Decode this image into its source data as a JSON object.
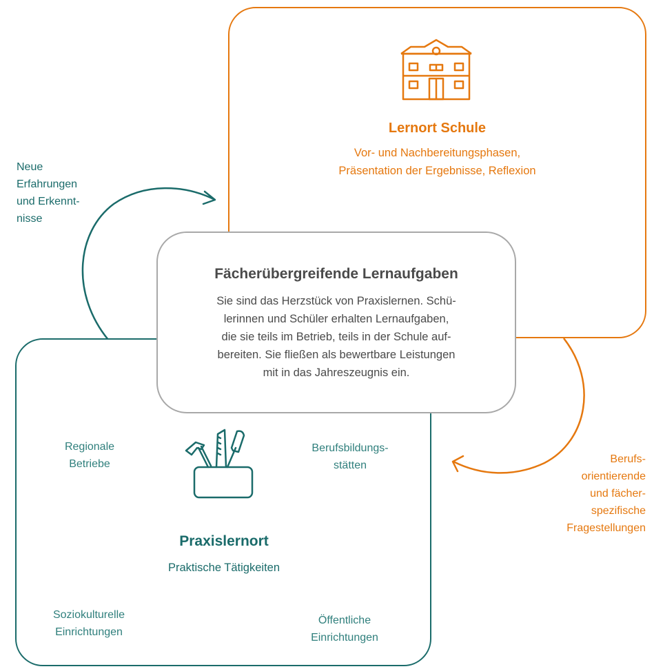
{
  "colors": {
    "school": "#e5780f",
    "practice": "#1a6b6a",
    "center_border": "#a8a8a8",
    "text_dark": "#4a4a4a"
  },
  "school": {
    "icon": "school-building-icon",
    "title": "Lernort Schule",
    "subtitle_line1": "Vor- und Nachbereitungsphasen,",
    "subtitle_line2": "Präsentation der Ergebnisse, Reflexion"
  },
  "center": {
    "title": "Fächerübergreifende Lernaufgaben",
    "lines": [
      "Sie sind das Herzstück von Praxislernen. Schü-",
      "lerinnen und Schüler erhalten Lernaufgaben,",
      "die sie teils im Betrieb, teils in der Schule auf-",
      "bereiten. Sie fließen als bewertbare Leistungen",
      "mit in das Jahreszeugnis ein."
    ]
  },
  "practice": {
    "icon": "toolbox-icon",
    "title": "Praxislernort",
    "subtitle": "Praktische Tätigkeiten",
    "places": {
      "regional": [
        "Regionale",
        "Betriebe"
      ],
      "vocational": [
        "Berufsbildungs-",
        "stätten"
      ],
      "sociocultural": [
        "Soziokulturelle",
        "Einrichtungen"
      ],
      "public": [
        "Öffentliche",
        "Einrichtungen"
      ]
    }
  },
  "left_arrow_label": [
    "Neue",
    "Erfahrungen",
    "und Erkennt-",
    "nisse"
  ],
  "right_arrow_label": [
    "Berufs-",
    "orientierende",
    "und fächer-",
    "spezifische",
    "Fragestellungen"
  ]
}
